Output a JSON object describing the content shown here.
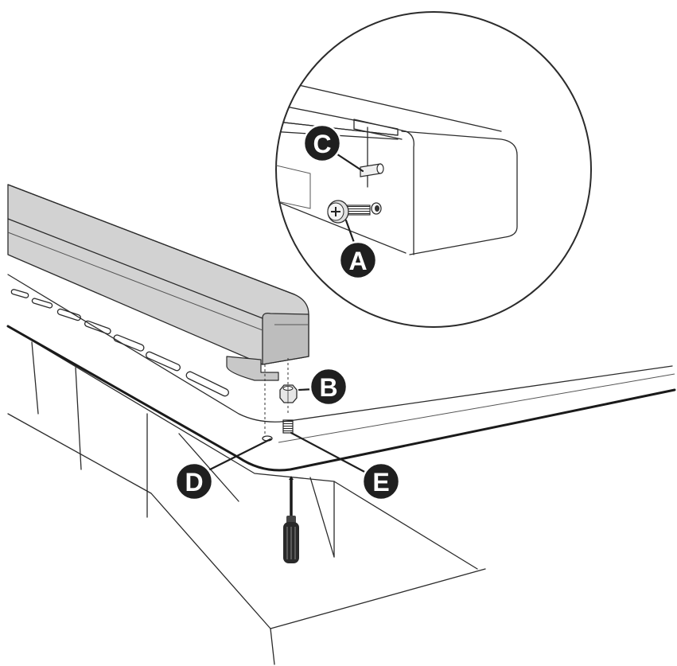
{
  "callouts": [
    {
      "id": "A",
      "label": "A"
    },
    {
      "id": "B",
      "label": "B"
    },
    {
      "id": "C",
      "label": "C"
    },
    {
      "id": "D",
      "label": "D"
    },
    {
      "id": "E",
      "label": "E"
    }
  ],
  "colors": {
    "line": "#2b2b2b",
    "soundbar_fill": "#d2d2d2",
    "soundbar_side": "#bdbdbd",
    "bracket_fill": "#c8c8c8",
    "badge": "#1f1f1f",
    "background": "#ffffff"
  },
  "icons": [
    "screw-icon",
    "nut-icon",
    "screwdriver-icon",
    "threaded-insert-icon"
  ]
}
